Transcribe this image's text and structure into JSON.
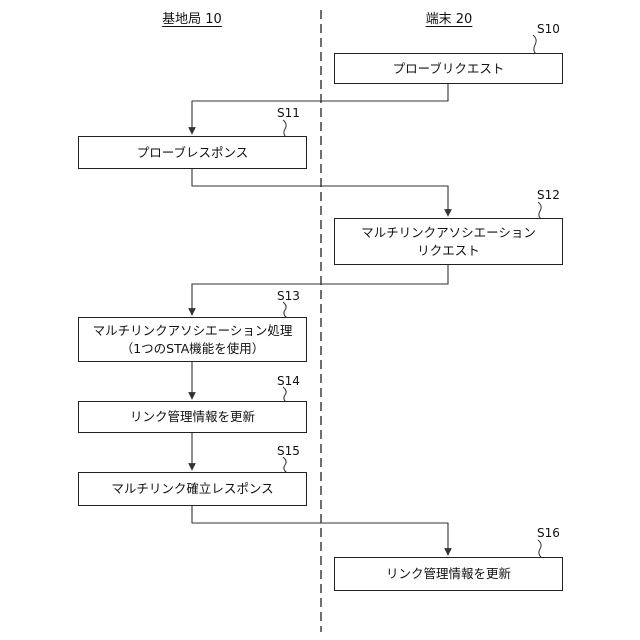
{
  "columns": {
    "base_station": "基地局 10",
    "terminal": "端末 20"
  },
  "steps": {
    "s10": {
      "id": "S10",
      "lines": [
        "プローブリクエスト"
      ]
    },
    "s11": {
      "id": "S11",
      "lines": [
        "プローブレスポンス"
      ]
    },
    "s12": {
      "id": "S12",
      "lines": [
        "マルチリンクアソシエーション",
        "リクエスト"
      ]
    },
    "s13": {
      "id": "S13",
      "lines": [
        "マルチリンクアソシエーション処理",
        "（1つのSTA機能を使用）"
      ]
    },
    "s14": {
      "id": "S14",
      "lines": [
        "リンク管理情報を更新"
      ]
    },
    "s15": {
      "id": "S15",
      "lines": [
        "マルチリンク確立レスポンス"
      ]
    },
    "s16": {
      "id": "S16",
      "lines": [
        "リンク管理情報を更新"
      ]
    }
  },
  "colors": {
    "stroke": "#222222",
    "arrow": "#333333"
  }
}
